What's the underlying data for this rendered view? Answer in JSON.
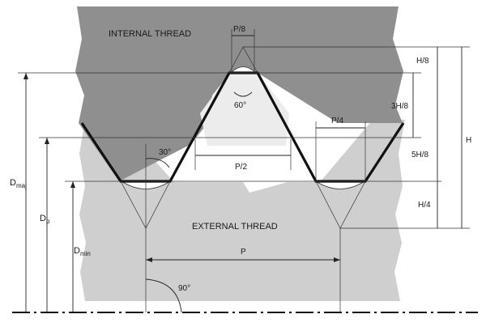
{
  "labels": {
    "internal_thread": "INTERNAL THREAD",
    "external_thread": "EXTERNAL THREAD",
    "pitch_over_8": "P/8",
    "pitch_over_4": "P/4",
    "pitch_over_2": "P/2",
    "pitch": "P",
    "flank_angle": "60°",
    "half_angle": "30°",
    "right_angle": "90°",
    "h_over_8": "H/8",
    "three_h_over_8": "3H/8",
    "five_h_over_8": "5H/8",
    "h_over_4": "H/4",
    "h": "H",
    "d_maj_main": "D",
    "d_maj_sub": "maj",
    "d_p_main": "D",
    "d_p_sub": "p",
    "d_min_main": "D",
    "d_min_sub": "min"
  },
  "colors": {
    "internal_fill": "#8f8f8f",
    "external_fill": "#cfcfcf",
    "profile_line": "#111111",
    "dimension_line": "#222222"
  }
}
